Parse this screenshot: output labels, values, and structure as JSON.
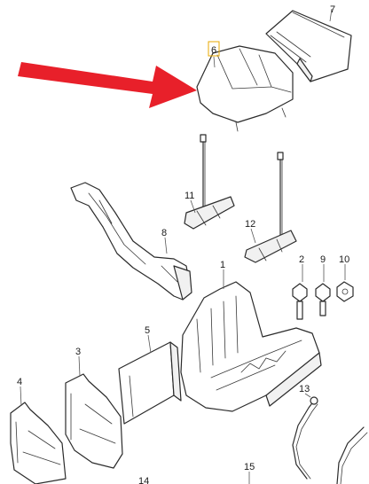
{
  "diagram": {
    "arrow_color": "#e8202a",
    "highlight_color": "#e8a800",
    "callouts": {
      "c1": "1",
      "c2": "2",
      "c3": "3",
      "c4": "4",
      "c5": "5",
      "c6": "6",
      "c7": "7",
      "c8": "8",
      "c9": "9",
      "c10": "10",
      "c11": "11",
      "c12": "12",
      "c13": "13",
      "c14": "14",
      "c15": "15"
    },
    "highlighted_part": "6"
  }
}
